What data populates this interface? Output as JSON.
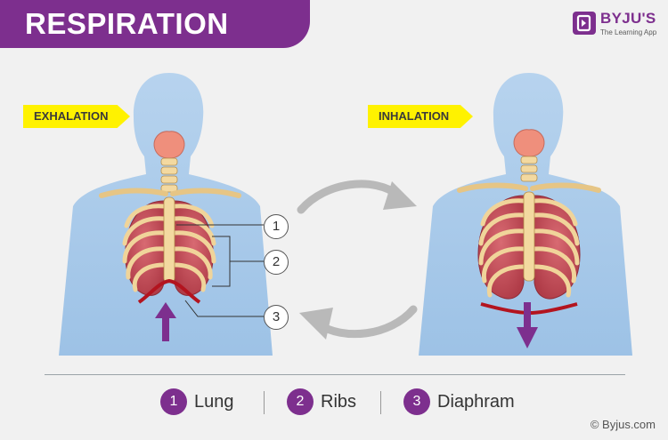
{
  "header": {
    "title": "RESPIRATION"
  },
  "brand": {
    "name": "BYJU'S",
    "tagline": "The Learning App",
    "mark_icon": "byjus-logo-icon",
    "color": "#7d2f8e"
  },
  "panels": {
    "exhalation_label": "EXHALATION",
    "inhalation_label": "INHALATION"
  },
  "callouts": [
    {
      "number": "1"
    },
    {
      "number": "2"
    },
    {
      "number": "3"
    }
  ],
  "legend": [
    {
      "number": "1",
      "label": "Lung"
    },
    {
      "number": "2",
      "label": "Ribs"
    },
    {
      "number": "3",
      "label": "Diaphram"
    }
  ],
  "footer": {
    "copyright": "© Byjus.com"
  },
  "colors": {
    "accent": "#7d2f8e",
    "tag_yellow": "#fff200",
    "body_blue": "#a9cbea",
    "lung_red": "#c9545e",
    "bone": "#f3d9a0",
    "diaphragm": "#b3141f",
    "cycle_arrow": "#b9b9b9",
    "background": "#f1f1f1"
  }
}
